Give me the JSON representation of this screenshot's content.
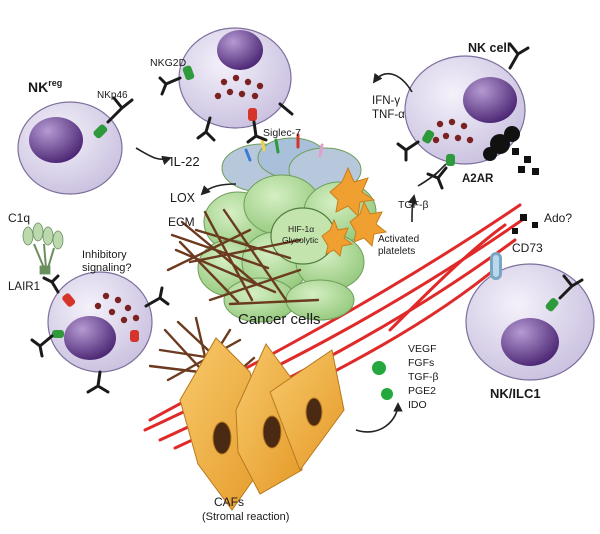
{
  "labels": {
    "nkreg_main": "NK",
    "nkreg_sup": "reg",
    "nkp46": "NKp46",
    "il22": "IL-22",
    "nkg2d": "NKG2D",
    "siglec7": "Siglec-7",
    "nk_cell": "NK cell",
    "ifn": "IFN-γ",
    "tnf": "TNF-α",
    "a2ar": "A2AR",
    "tgfb_top": "TGF-β",
    "activated_1": "Activated",
    "activated_2": "platelets",
    "lox": "LOX",
    "ecm": "ECM",
    "hif_1": "HIF-1α",
    "hif_2": "Glycolytic",
    "cancer_cells": "Cancer cells",
    "c1q": "C1q",
    "lair1": "LAIR1",
    "inhib_1": "Inhibitory",
    "inhib_2": "signaling?",
    "ado": "Ado?",
    "cd73": "CD73",
    "nk_ilc1": "NK/ILC1",
    "vegf": "VEGF",
    "fgfs": "FGFs",
    "tgfb_caf": "TGF-β",
    "pge2": "PGE2",
    "ido": "IDO",
    "cafs": "CAFs",
    "stromal": "(Stromal reaction)"
  },
  "colors": {
    "cell_fill": "#ddd7ec",
    "nucleus": "#5d3a86",
    "granule": "#7a2222",
    "receptor_green": "#2f9a3c",
    "receptor_red": "#d6332b",
    "cancer": "#a9d58e",
    "caf": "#efae3a",
    "platelet": "#efa030",
    "fiber_red": "#e02a2a",
    "ecm_brown": "#6b3a1f",
    "cd73": "#9fc4dd"
  }
}
